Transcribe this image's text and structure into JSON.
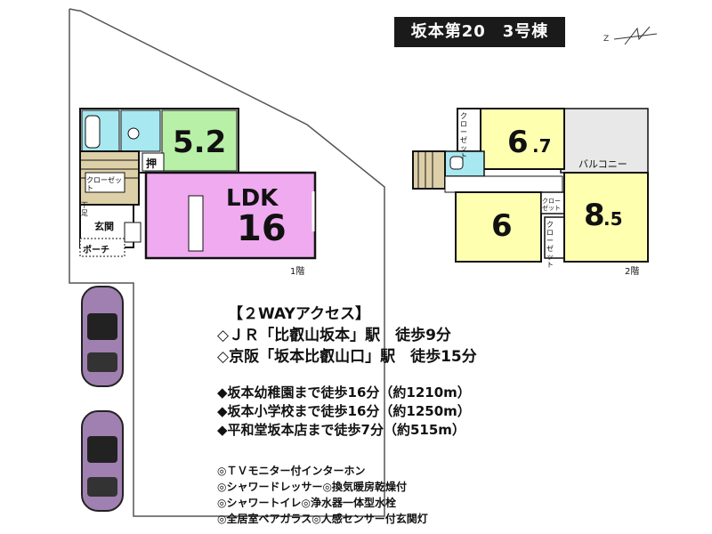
{
  "title": "坂本第20　3号棟",
  "floor1": {
    "label": "1階",
    "rooms": {
      "washitsu": "5.2",
      "ldk_name": "LDK",
      "ldk_size": "16",
      "oshi": "押",
      "closet": "クローゼット",
      "entrance": "玄関",
      "porch": "ポーチ",
      "storage": "下足"
    }
  },
  "floor2": {
    "label": "2階",
    "rooms": {
      "room_a": "6",
      "room_a_frac": ".7",
      "room_b": "6",
      "room_c": "8",
      "room_c_frac": ".5",
      "balcony": "バルコニー",
      "closet_a": "クローゼット",
      "closet_b": "クローゼット",
      "closet_c": "クローゼット"
    }
  },
  "access": {
    "heading": "【２WAYアクセス】",
    "line1": "◇ＪＲ「比叡山坂本」駅　徒歩9分",
    "line2": "◇京阪「坂本比叡山口」駅　徒歩15分"
  },
  "nearby": [
    "◆坂本幼稚園まで徒歩16分（約1210m）",
    "◆坂本小学校まで徒歩16分（約1250m）",
    "◆平和堂坂本店まで徒歩7分（約515m）"
  ],
  "features": [
    "◎ＴＶモニター付インターホン",
    "◎シャワードレッサー◎換気暖房乾燥付",
    "◎シャワートイレ◎浄水器一体型水栓",
    "◎全居室ペアガラス◎人感センサー付玄関灯"
  ],
  "colors": {
    "ldk": "#f0aaf0",
    "washitsu": "#b8f0a8",
    "yellow_room": "#ffffb0",
    "bath": "#a8e8f0",
    "stair": "#ddd0a8"
  }
}
